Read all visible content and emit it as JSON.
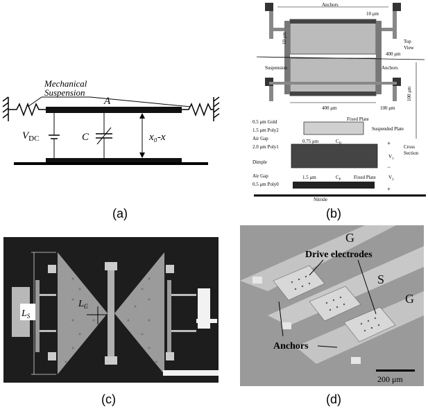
{
  "panel_a": {
    "caption": "(a)",
    "suspension_label_1": "Mechanical",
    "suspension_label_2": "Suspension",
    "area_label": "A",
    "vdc_label_main": "V",
    "vdc_label_sub": "DC",
    "cap_label": "C",
    "gap_label": "x₀-x"
  },
  "panel_b": {
    "caption": "(b)",
    "anchors_top": "Anchors",
    "dim_10um_top": "10 μm",
    "dim_10um_left": "10 μm",
    "top_view_1": "Top",
    "top_view_2": "View",
    "dim_400um_right": "400 μm",
    "suspension": "Suspension",
    "anchors_right": "Anchors",
    "dim_400um_bottom": "400 μm",
    "dim_100um_right": "100 μm",
    "dim_100um_vert": "100 μm",
    "layer_gold": "0.5 μm Gold",
    "layer_poly2": "1.5 μm Poly2",
    "air_gap_1": "Air Gap",
    "dim_075": "0.75 μm",
    "cd_label": "C",
    "cd_sub": "D",
    "layer_poly1": "2.0 μm Poly1",
    "dimple": "Dimple",
    "air_gap_2": "Air Gap",
    "dim_15": "1.5 μm",
    "cp_label": "C",
    "cp_sub": "P",
    "layer_poly0": "0.5 μm Poly0",
    "nitride": "Nitride",
    "fixed_plate_top": "Fixed Plate",
    "suspended_plate": "Suspended Plate",
    "fixed_plate_bottom": "Fixed Plate",
    "cross_section_1": "Cross",
    "cross_section_2": "Section",
    "plus_1": "+",
    "v1": "V",
    "v1_sub": "1",
    "minus": "−",
    "v2": "V",
    "v2_sub": "2",
    "plus_2": "+"
  },
  "panel_c": {
    "caption": "(c)",
    "ls_label": "L",
    "ls_sub": "S",
    "lc_label": "L",
    "lc_sub": "C"
  },
  "panel_d": {
    "caption": "(d)",
    "drive_electrodes": "Drive electrodes",
    "anchors": "Anchors",
    "g_top": "G",
    "s_mid": "S",
    "g_right": "G",
    "scale_bar": "200 μm"
  }
}
